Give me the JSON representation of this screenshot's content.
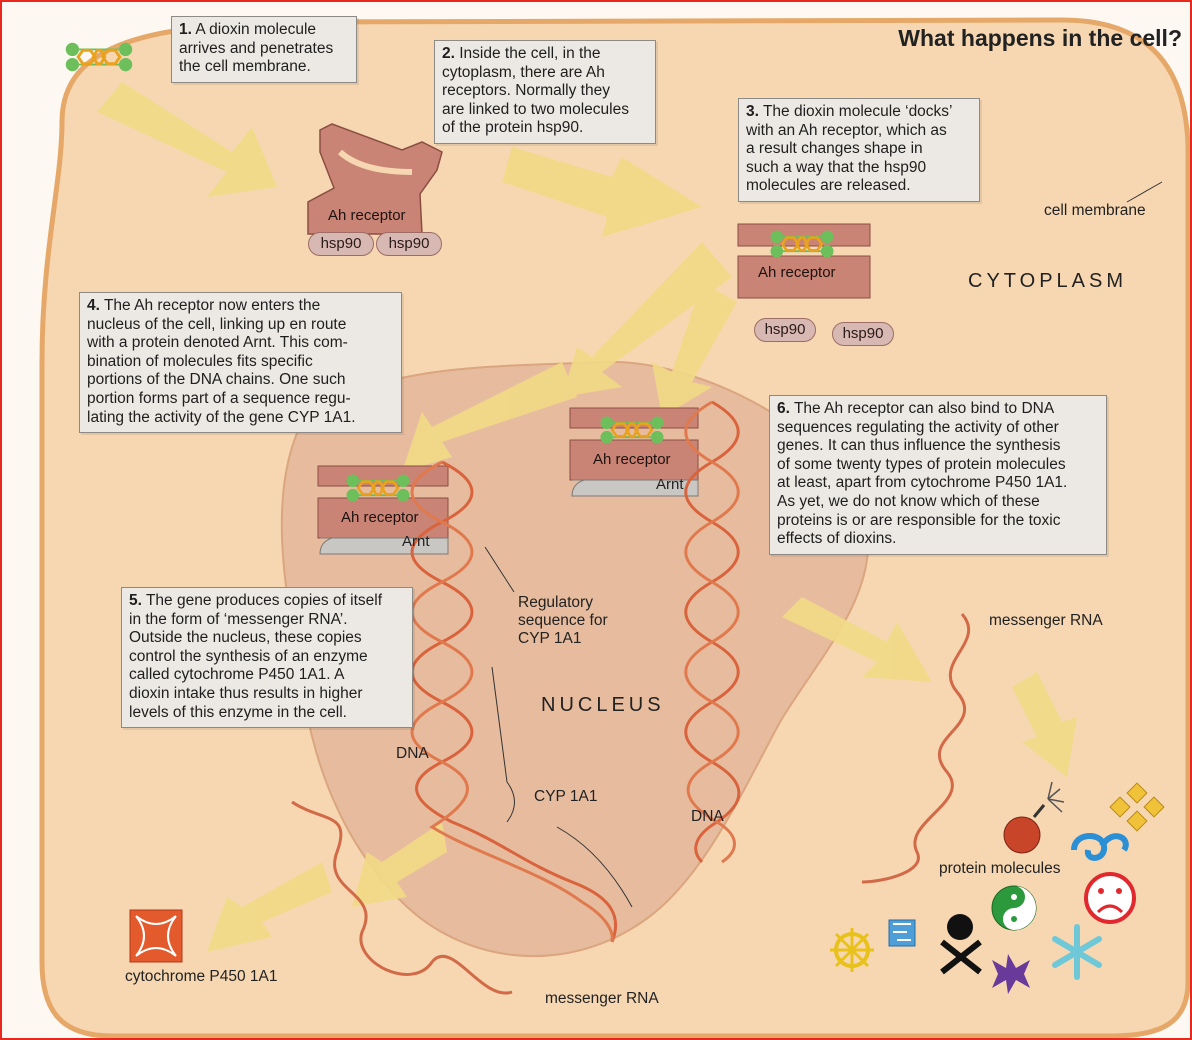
{
  "title": "What happens in the cell?",
  "steps": [
    {
      "num": "1.",
      "text": " A dioxin molecule\narrives and penetrates\nthe cell membrane."
    },
    {
      "num": "2.",
      "text": " Inside the cell, in the\ncytoplasm, there are Ah\nreceptors. Normally they\nare linked to two molecules\nof the protein hsp90."
    },
    {
      "num": "3.",
      "text": " The dioxin molecule ‘docks’\nwith an Ah receptor, which as\na result changes shape in\nsuch a way that the hsp90\nmolecules are released."
    },
    {
      "num": "4.",
      "text": " The Ah receptor now enters the\nnucleus of the cell, linking up en route\nwith a protein denoted Arnt. This com-\nbination of molecules fits specific\nportions of the DNA chains. One such\nportion forms part of a sequence regu-\nlating the activity of the gene CYP 1A1."
    },
    {
      "num": "5.",
      "text": " The gene produces copies of itself\nin the form of ‘messenger RNA’.\nOutside the nucleus, these copies\ncontrol the synthesis of an enzyme\ncalled cytochrome P450 1A1. A\ndioxin intake thus results in higher\nlevels of this enzyme in the cell."
    },
    {
      "num": "6.",
      "text": " The Ah receptor can also bind to DNA\nsequences regulating the activity of other\ngenes. It can thus influence the synthesis\nof some twenty types of protein molecules\nat least, apart from cytochrome P450 1A1.\nAs yet, we do not know which of these\nproteins is or are responsible for the toxic\neffects of dioxins."
    }
  ],
  "labels": {
    "cell_membrane": "cell membrane",
    "cytoplasm": "CYTOPLASM",
    "nucleus": "NUCLEUS",
    "ah_receptor": "Ah receptor",
    "hsp90": "hsp90",
    "arnt": "Arnt",
    "regulatory": "Regulatory\nsequence for\nCYP 1A1",
    "dna": "DNA",
    "cyp": "CYP 1A1",
    "messenger_rna": "messenger RNA",
    "protein_molecules": "protein molecules",
    "cytochrome": "cytochrome P450 1A1"
  },
  "colors": {
    "frame": "#e8281e",
    "cell": "#f6d7b2",
    "nucleus": "#e6ba9c",
    "receptor": "#c98475",
    "arrow": "#f2da86",
    "dna": "#d9633c",
    "dioxin_ring": "#f0c23a",
    "dioxin_atom": "#6cbf5a"
  }
}
